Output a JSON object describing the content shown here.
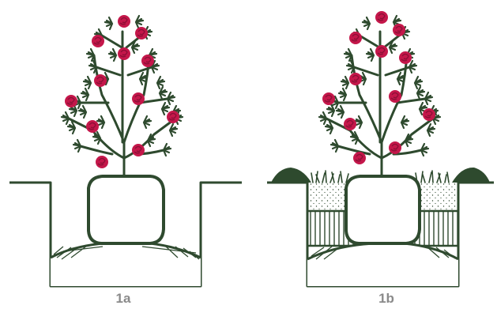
{
  "figure": {
    "panels": [
      {
        "id": "1a",
        "caption": "1a"
      },
      {
        "id": "1b",
        "caption": "1b"
      }
    ],
    "colors": {
      "line": "#2f4a2f",
      "foliage": "#2e4a2e",
      "flower": "#c4174a",
      "flower_dark": "#8c0f36",
      "soil_fill": "#ffffff"
    },
    "icons": [
      "rose-bush-icon",
      "root-ball-icon",
      "planting-hole-icon",
      "mulch-mound-icon",
      "grass-tuft-icon"
    ]
  }
}
